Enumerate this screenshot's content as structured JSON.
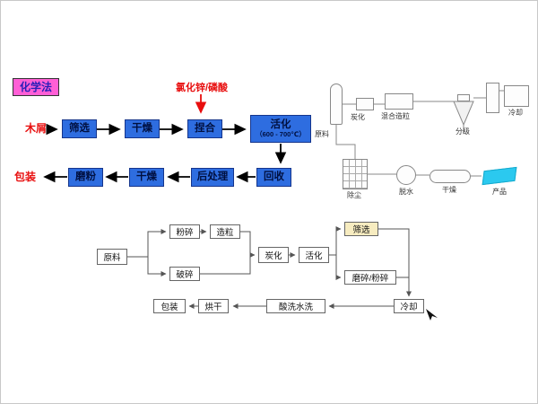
{
  "colors": {
    "box_blue": "#2e6de0",
    "box_text": "#001040",
    "red_label": "#e80e0e",
    "method_bg": "#ff5fd6",
    "method_text": "#2a1fb8",
    "flag_cyan": "#2bc9ef"
  },
  "top_chart": {
    "method_label": "化学法",
    "reagent": "氯化锌/磷酸",
    "input": "木屑",
    "output": "包装",
    "steps_row1": [
      "筛选",
      "干燥",
      "捏合"
    ],
    "activation_line1": "活化",
    "activation_line2": "（600 - 700℃）",
    "steps_row2": [
      "回收",
      "后处理",
      "干燥",
      "磨粉"
    ]
  },
  "equipment": {
    "feed": "原料",
    "carbonize": "炭化",
    "mix_granulate": "混合造粒",
    "classify": "分级",
    "cool": "冷却",
    "dedust": "除尘",
    "dewater": "脱水",
    "dry": "干燥",
    "product": "产品"
  },
  "bottom_chart": {
    "raw": "原料",
    "pulverize": "粉碎",
    "granulate": "造粒",
    "crush": "破碎",
    "carbonize": "炭化",
    "activate": "活化",
    "screen": "筛选",
    "grind": "磨碎/粉碎",
    "cool": "冷却",
    "wash": "酸洗水洗",
    "dry": "烘干",
    "pack": "包装"
  }
}
